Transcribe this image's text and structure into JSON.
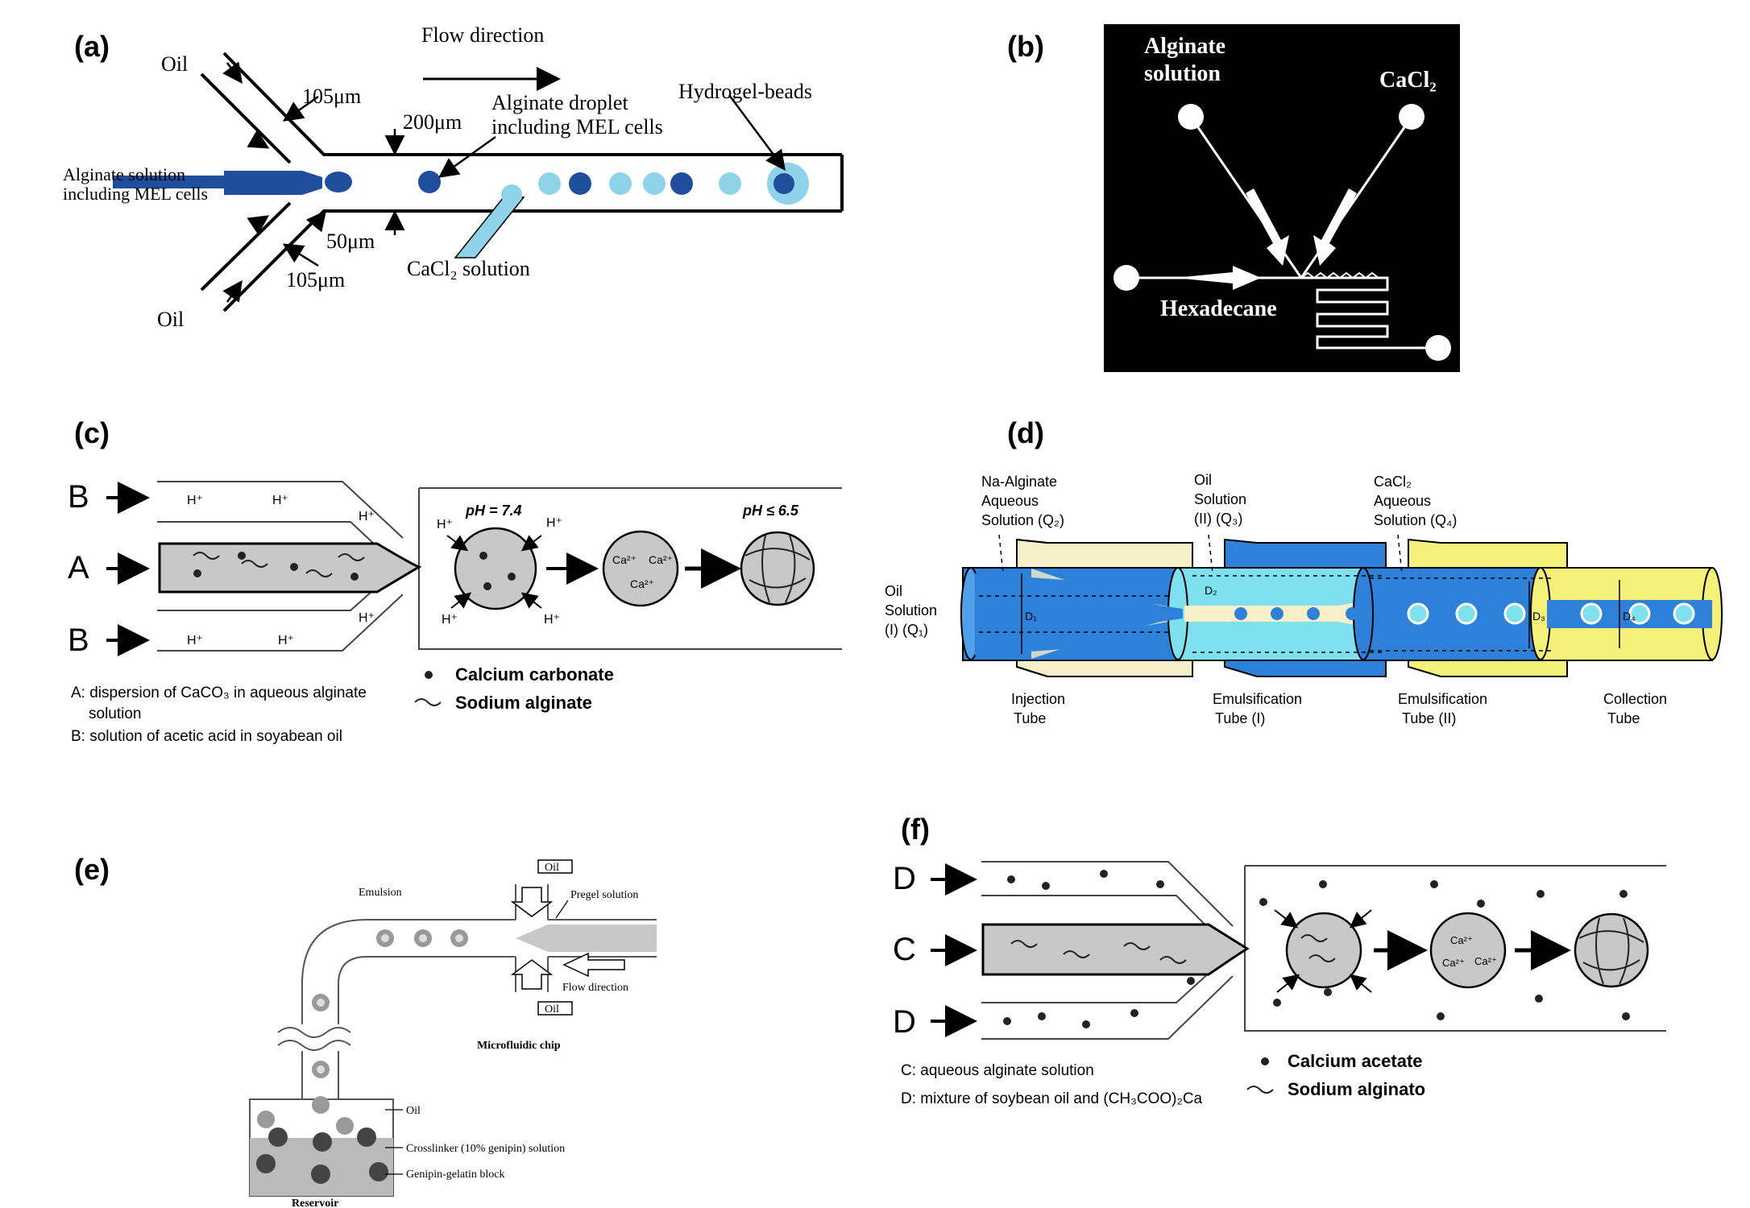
{
  "panels": {
    "a": {
      "label": "(a)",
      "oil_top": "Oil",
      "oil_bottom": "Oil",
      "flow": "Flow direction",
      "w105_top": "105μm",
      "w200": "200μm",
      "w50": "50μm",
      "w105_bottom": "105μm",
      "droplet_line1": "Alginate droplet",
      "droplet_line2": "including MEL cells",
      "beads": "Hydrogel-beads",
      "inlet_line1": "Alginate solution",
      "inlet_line2": "including MEL cells",
      "cacl2": "CaCl₂ solution"
    },
    "b": {
      "label": "(b)",
      "alg_line1": "Alginate",
      "alg_line2": "solution",
      "cacl2": "CaCl₂",
      "hexadecane": "Hexadecane"
    },
    "c": {
      "label": "(c)",
      "B_top": "B",
      "A": "A",
      "B_bottom": "B",
      "ph1": "pH = 7.4",
      "ph2": "pH ≤ 6.5",
      "legend_dot": "Calcium carbonate",
      "legend_wave": "Sodium alginate",
      "noteA_line1": "A: dispersion of CaCO₃ in aqueous alginate",
      "noteA_line2": "solution",
      "noteB": "B: solution of acetic acid in soyabean oil",
      "ion_h": "H⁺",
      "ion_ca": "Ca²⁺"
    },
    "d": {
      "label": "(d)",
      "na_line1": "Na-Alginate",
      "na_line2": "Aqueous",
      "na_line3": "Solution (Q₂)",
      "oil2_line1": "Oil",
      "oil2_line2": "Solution",
      "oil2_line3": "(II)  (Q₃)",
      "ca_line1": "CaCl₂",
      "ca_line2": "Aqueous",
      "ca_line3": "Solution (Q₄)",
      "oil1_line1": "Oil",
      "oil1_line2": "Solution",
      "oil1_line3": "(I)  (Q₁)",
      "inj_line1": "Injection",
      "inj_line2": "Tube",
      "em1_line1": "Emulsification",
      "em1_line2": "Tube (I)",
      "em2_line1": "Emulsification",
      "em2_line2": "Tube (II)",
      "col_line1": "Collection",
      "col_line2": "Tube",
      "d1": "D₁",
      "d2": "D₂",
      "d3": "D₃",
      "d4": "D₄"
    },
    "e": {
      "label": "(e)",
      "emulsion": "Emulsion",
      "oil_top": "Oil",
      "pregel": "Pregel solution",
      "flow": "Flow direction",
      "oil_bottom": "Oil",
      "chip": "Microfluidic chip",
      "oil_res": "Oil",
      "crosslinker": "Crosslinker (10% genipin) solution",
      "block": "Genipin-gelatin block",
      "reservoir": "Reservoir"
    },
    "f": {
      "label": "(f)",
      "D_top": "D",
      "C": "C",
      "D_bottom": "D",
      "legend_dot": "Calcium acetate",
      "legend_wave": "Sodium alginato",
      "noteC": "C: aqueous alginate solution",
      "noteD": "D: mixture of soybean oil and (CH₃COO)₂Ca",
      "ion_ca": "Ca²⁺"
    }
  },
  "colors": {
    "dark_blue": "#1f4f9c",
    "light_blue": "#8fd3ea",
    "cyan": "#7fe0f0",
    "mid_blue": "#2f80d8",
    "yellow": "#f4f07a",
    "cream": "#f6efc7",
    "gray": "#c8c8c8"
  }
}
